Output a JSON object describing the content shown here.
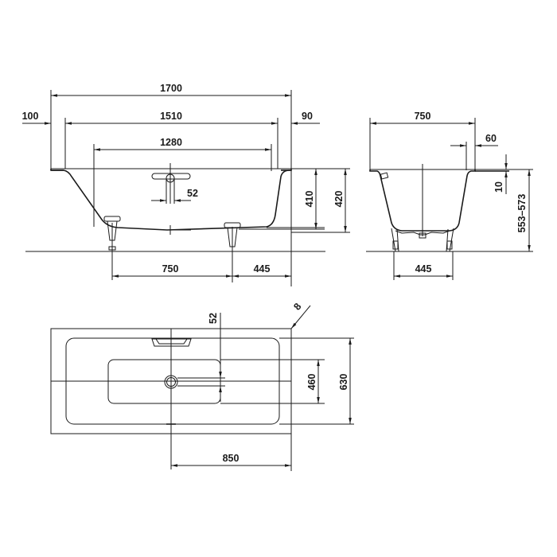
{
  "drawing": {
    "line_color": "#1a1a1a",
    "background": "#ffffff",
    "front_view": {
      "overall_length": "1700",
      "left_rim": "100",
      "inner_length": "1510",
      "right_rim": "90",
      "bottom_length": "1280",
      "overflow_offset": "52",
      "inner_depth": "410",
      "total_depth": "420",
      "feet_spacing": "750",
      "foot_to_end": "445"
    },
    "side_view": {
      "overall_width": "750",
      "rim_overhang": "60",
      "rim_thickness": "10",
      "height_range": "553–573",
      "feet_width": "445"
    },
    "top_view": {
      "overflow_offset": "52",
      "corner_radius": "8",
      "inner_bottom_width": "460",
      "inner_width": "630",
      "drain_to_end": "850"
    }
  }
}
